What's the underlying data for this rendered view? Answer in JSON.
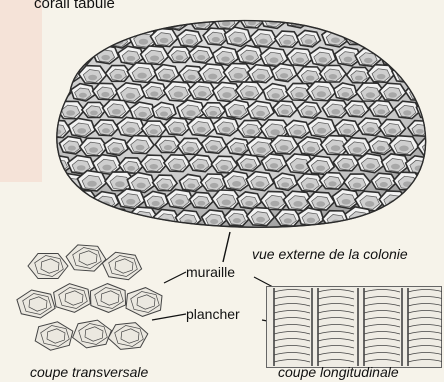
{
  "figure": {
    "title": "corail tabulé",
    "labels": {
      "external_view": "vue externe de la colonie",
      "wall": "muraille",
      "floor": "plancher",
      "cross_section": "coupe transversale",
      "longitudinal_section": "coupe longitudinale"
    }
  },
  "colors": {
    "background": "#f6f3ea",
    "side_panel": "#f5e3d8",
    "ink": "#222222"
  }
}
